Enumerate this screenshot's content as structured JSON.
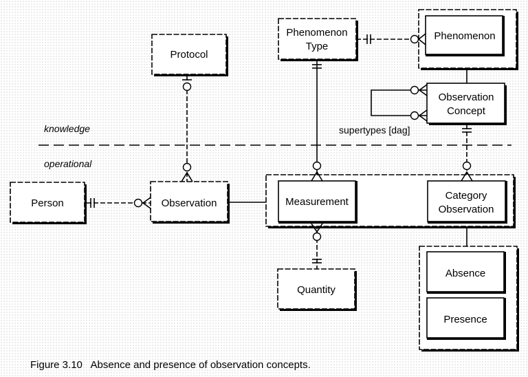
{
  "entities": {
    "protocol": "Protocol",
    "phenomenon_type_line1": "Phenomenon",
    "phenomenon_type_line2": "Type",
    "phenomenon": "Phenomenon",
    "observation_concept_line1": "Observation",
    "observation_concept_line2": "Concept",
    "person": "Person",
    "observation": "Observation",
    "measurement": "Measurement",
    "category_observation_line1": "Category",
    "category_observation_line2": "Observation",
    "quantity": "Quantity",
    "absence": "Absence",
    "presence": "Presence"
  },
  "zones": {
    "knowledge": "knowledge",
    "operational": "operational"
  },
  "annotations": {
    "supertypes": "supertypes [dag]"
  },
  "caption": "Figure 3.10   Absence and presence of observation concepts."
}
